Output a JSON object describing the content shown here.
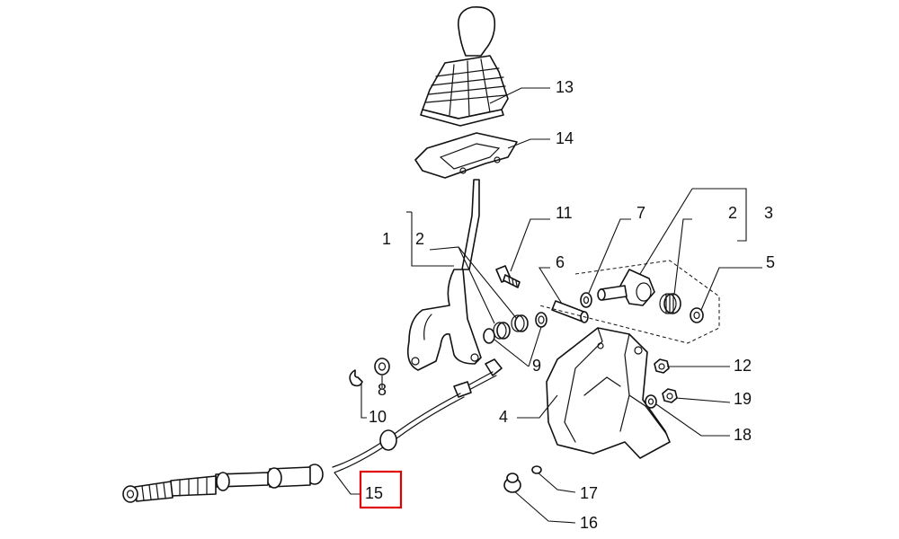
{
  "callouts": {
    "c1": "1",
    "c2a": "2",
    "c2b": "2",
    "c3": "3",
    "c4": "4",
    "c5": "5",
    "c6": "6",
    "c7": "7",
    "c8": "8",
    "c9": "9",
    "c10": "10",
    "c11": "11",
    "c12": "12",
    "c13": "13",
    "c14": "14",
    "c15": "15",
    "c16": "16",
    "c17": "17",
    "c18": "18",
    "c19": "19"
  },
  "highlight": {
    "callout": "15",
    "color": "#e00000"
  },
  "colors": {
    "line": "#111111",
    "background": "#ffffff"
  }
}
